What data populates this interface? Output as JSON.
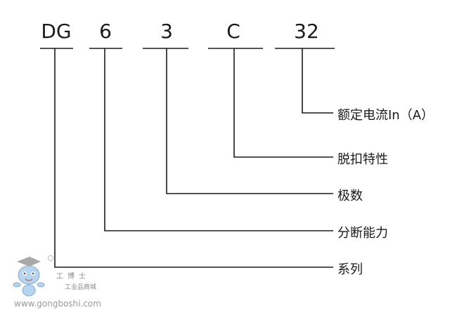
{
  "code_parts": [
    "DG",
    "6",
    "3",
    "C",
    "32"
  ],
  "labels": {
    "rated_current": "额定电流In（A）",
    "trip_characteristic": "脱扣特性",
    "poles": "极数",
    "breaking_capacity": "分断能力",
    "series": "系列"
  },
  "watermark": {
    "brand_cn": "工博士",
    "subtitle": "工业品商城",
    "url": "www.gongboshi.com"
  },
  "colors": {
    "line": "#1a1a1a",
    "text": "#1a1a1a",
    "watermark": "#8fb8de"
  }
}
